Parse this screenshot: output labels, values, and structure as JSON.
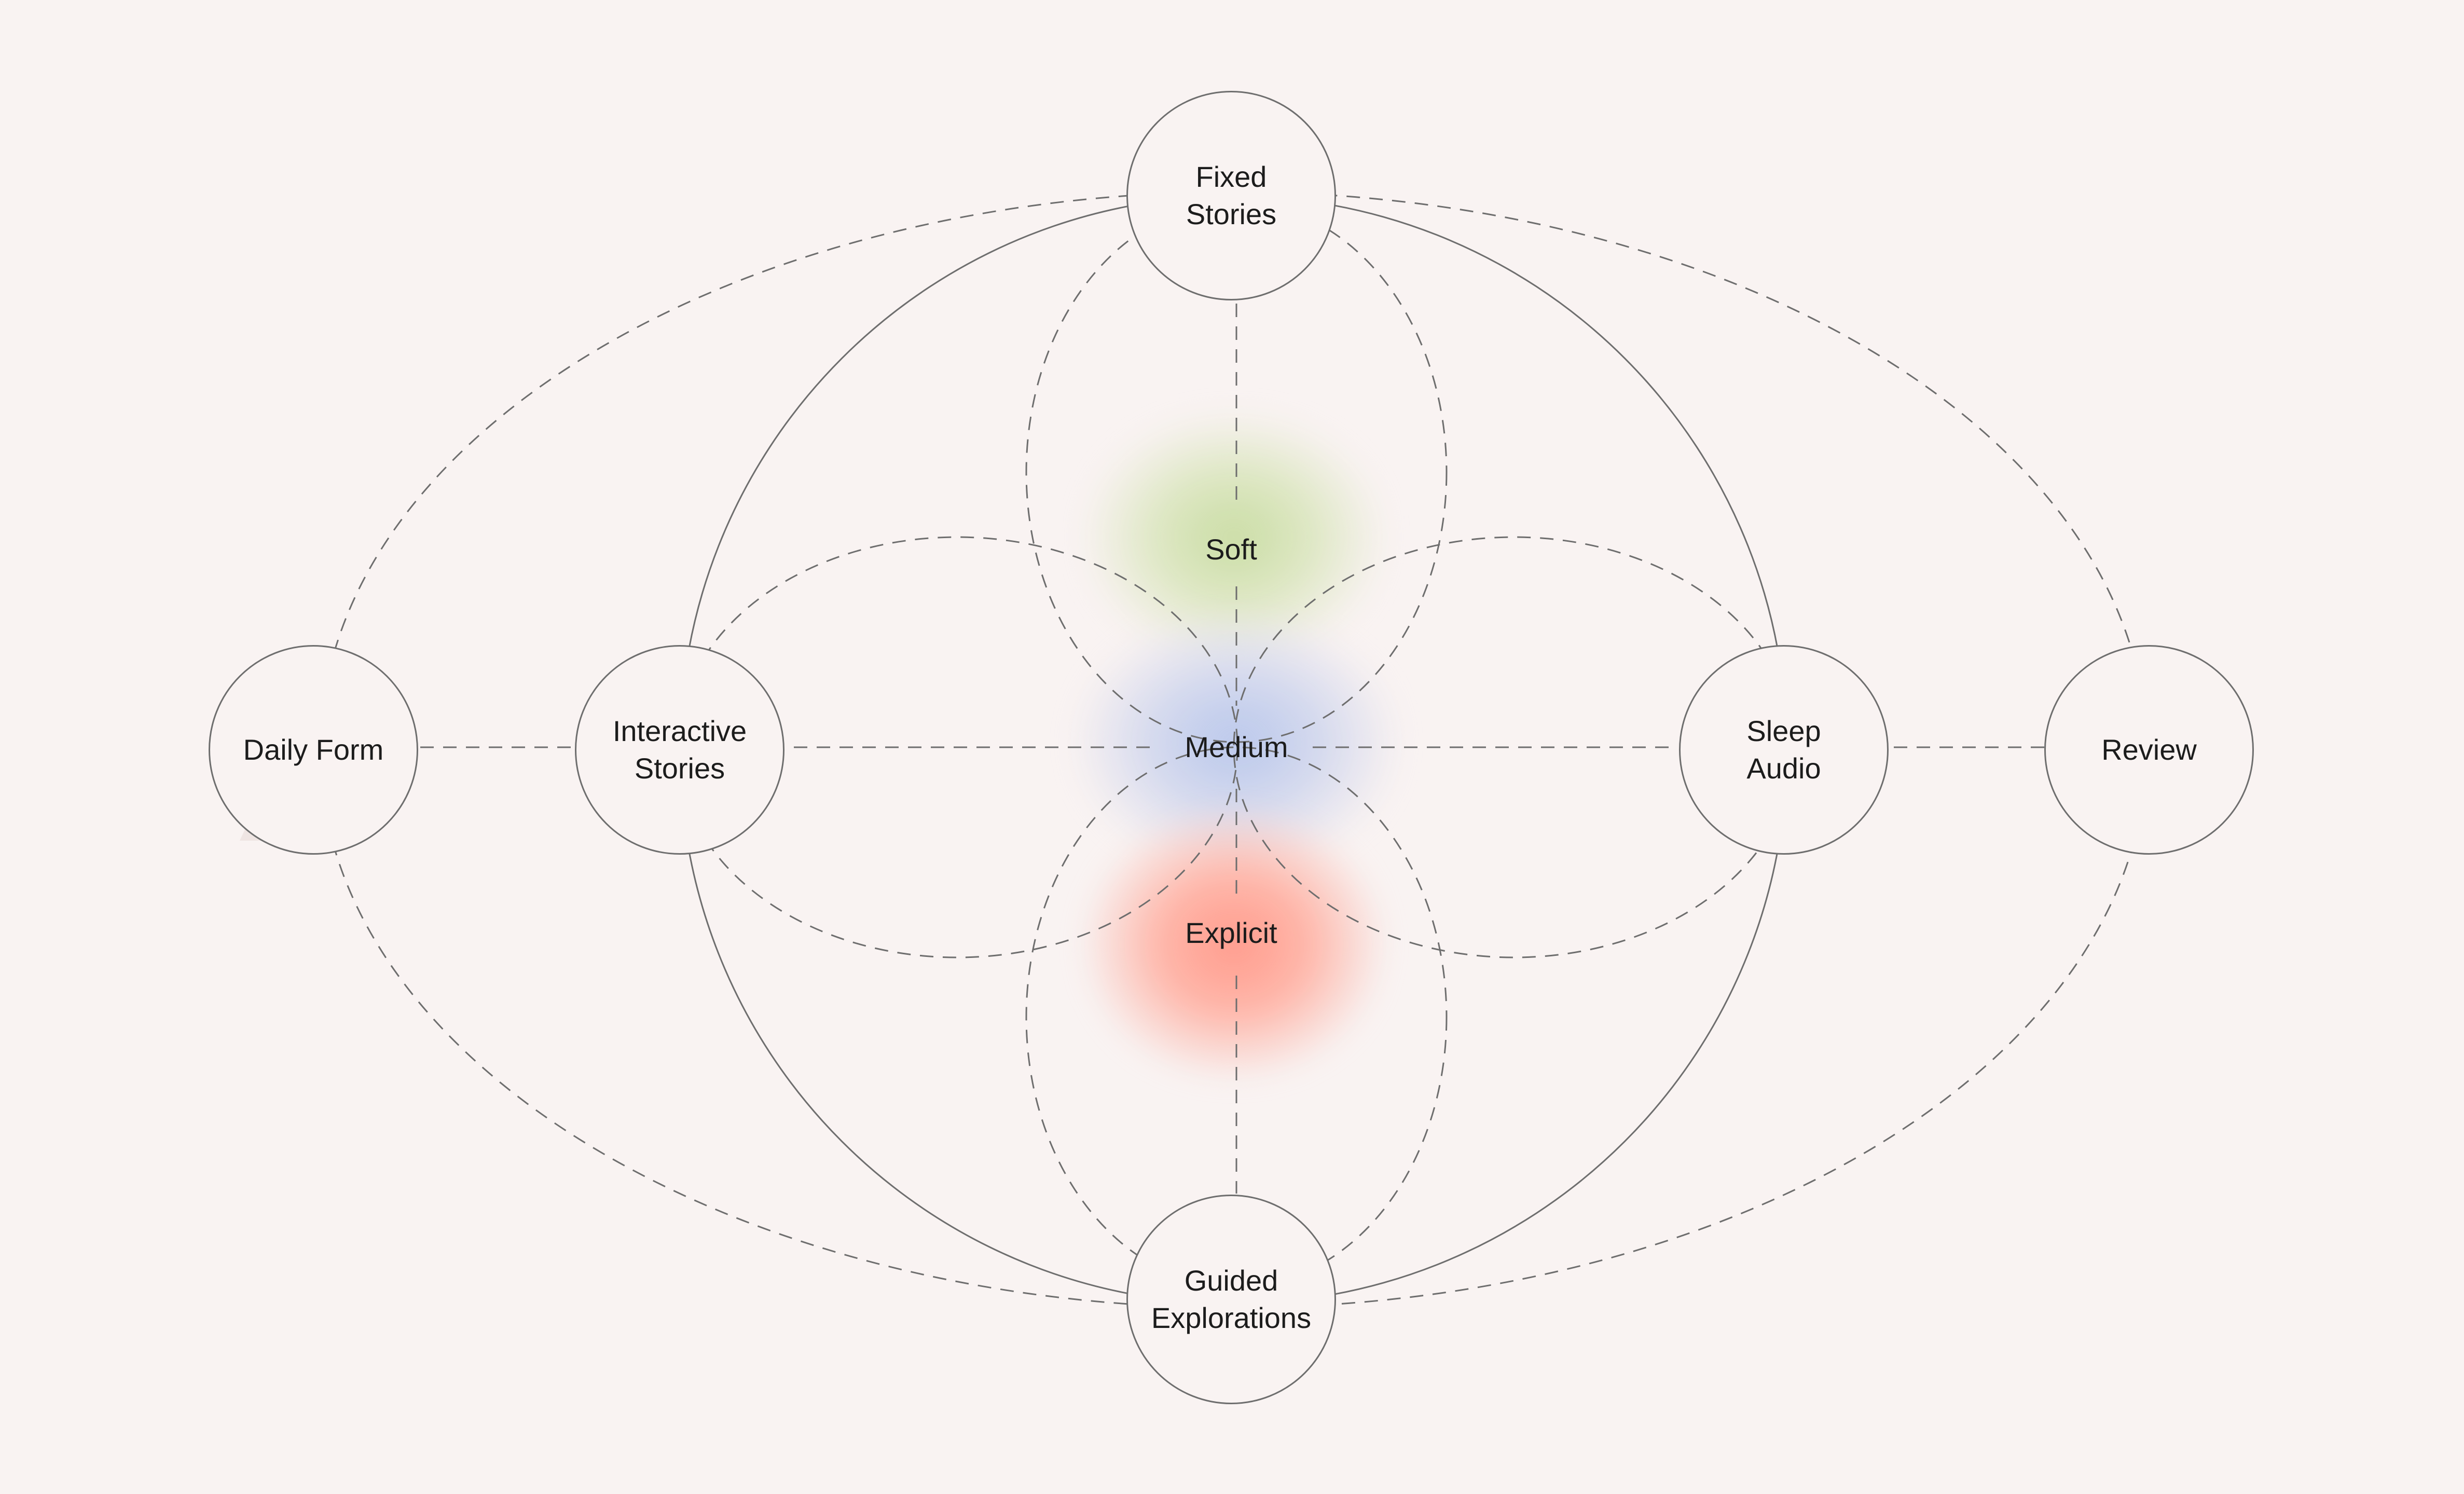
{
  "diagram": {
    "nodes": {
      "daily_form": "Daily Form",
      "interactive_stories": "Interactive\nStories",
      "fixed_stories": "Fixed\nStories",
      "guided_explorations": "Guided\nExplorations",
      "sleep_audio": "Sleep\nAudio",
      "review": "Review"
    },
    "levels": {
      "soft": "Soft",
      "medium": "Medium",
      "explicit": "Explicit"
    },
    "colors": {
      "background": "#f9f3f2",
      "line": "#6e6e6e",
      "soft": "#c7dba0",
      "medium": "#b6c5eb",
      "explicit": "#ff9b8c"
    }
  }
}
